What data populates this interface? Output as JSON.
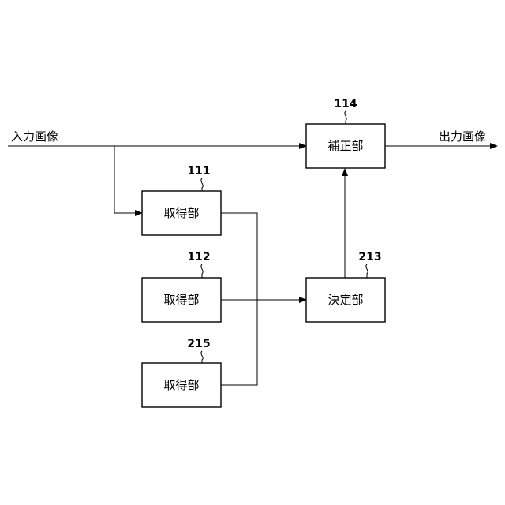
{
  "io": {
    "input_label": "入力画像",
    "output_label": "出力画像"
  },
  "blocks": {
    "correction": {
      "ref": "114",
      "label": "補正部"
    },
    "acquire_1": {
      "ref": "111",
      "label": "取得部"
    },
    "acquire_2": {
      "ref": "112",
      "label": "取得部"
    },
    "acquire_3": {
      "ref": "215",
      "label": "取得部"
    },
    "decision": {
      "ref": "213",
      "label": "決定部"
    }
  }
}
